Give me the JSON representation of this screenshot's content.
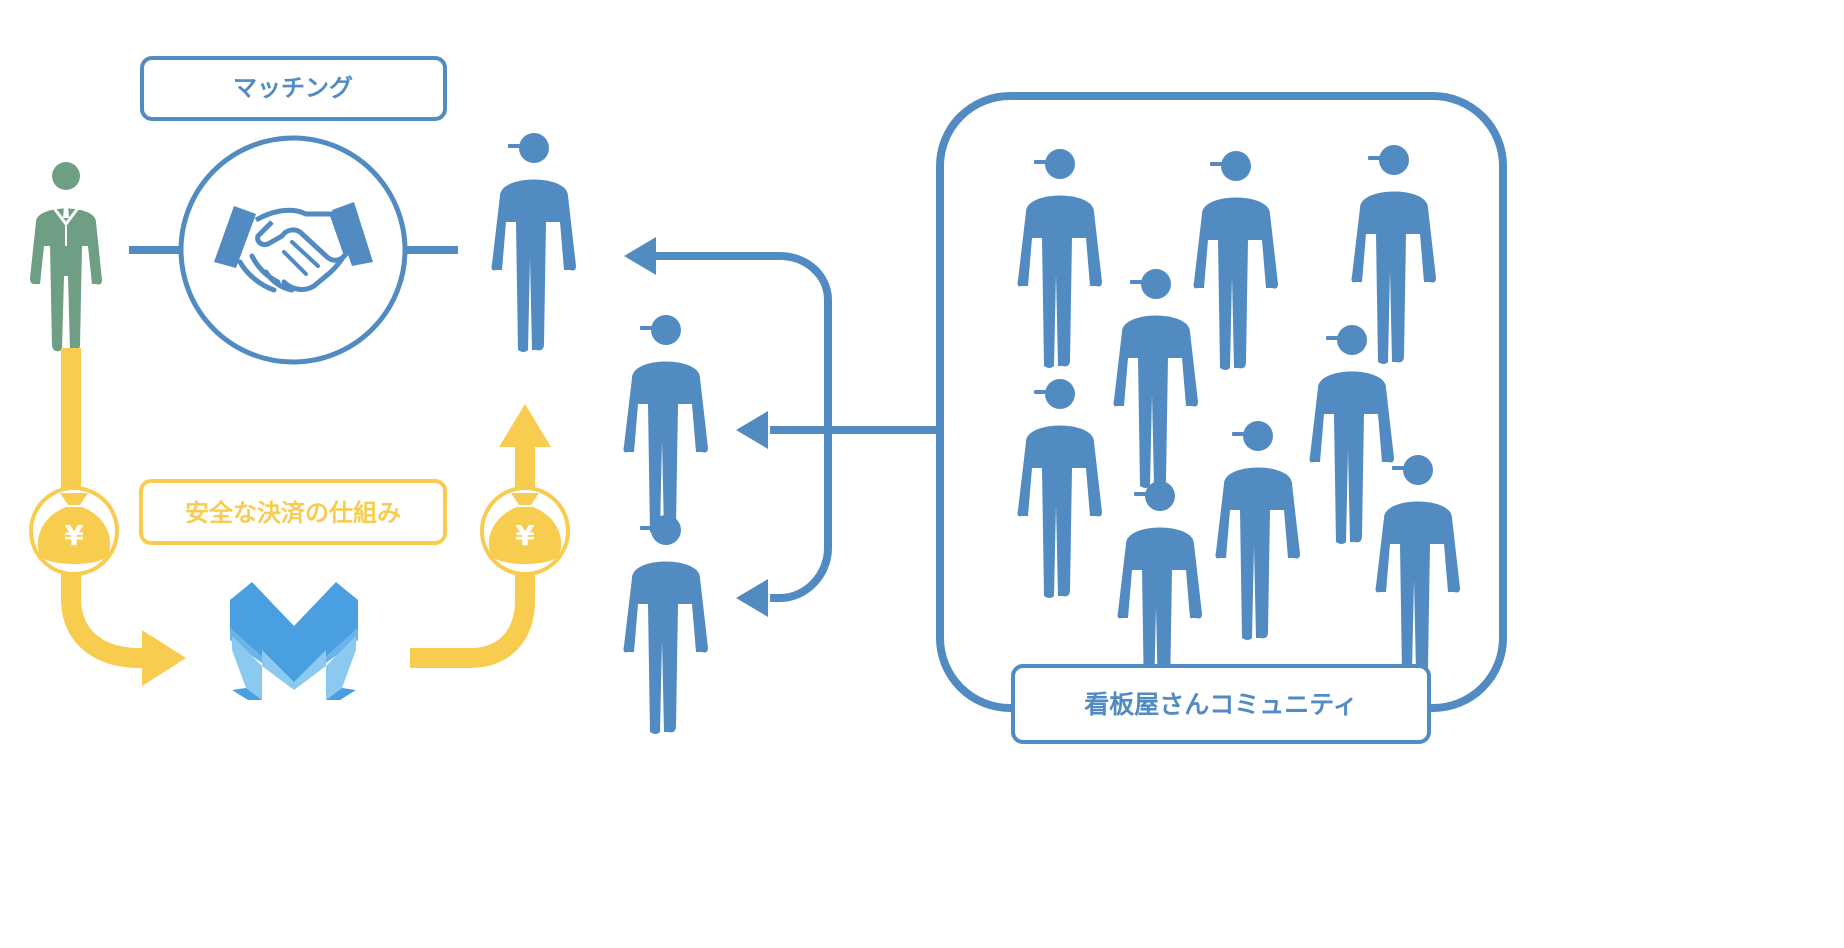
{
  "labels": {
    "matching": "マッチング",
    "payment": "安全な決済の仕組み",
    "community": "看板屋さんコミュニティ",
    "yen_symbol": "¥"
  },
  "colors": {
    "blue": "#528bc2",
    "green": "#6e9f84",
    "yellow": "#f7cc4f",
    "logo_dark": "#4a9fe0",
    "logo_light": "#8cc9f1",
    "logo_mid": "#6ab4ea"
  },
  "icons": {
    "client": "client-person-icon",
    "worker": "worker-person-icon",
    "handshake": "handshake-icon",
    "money_bag": "money-bag-icon",
    "logo": "m-logo-icon"
  }
}
